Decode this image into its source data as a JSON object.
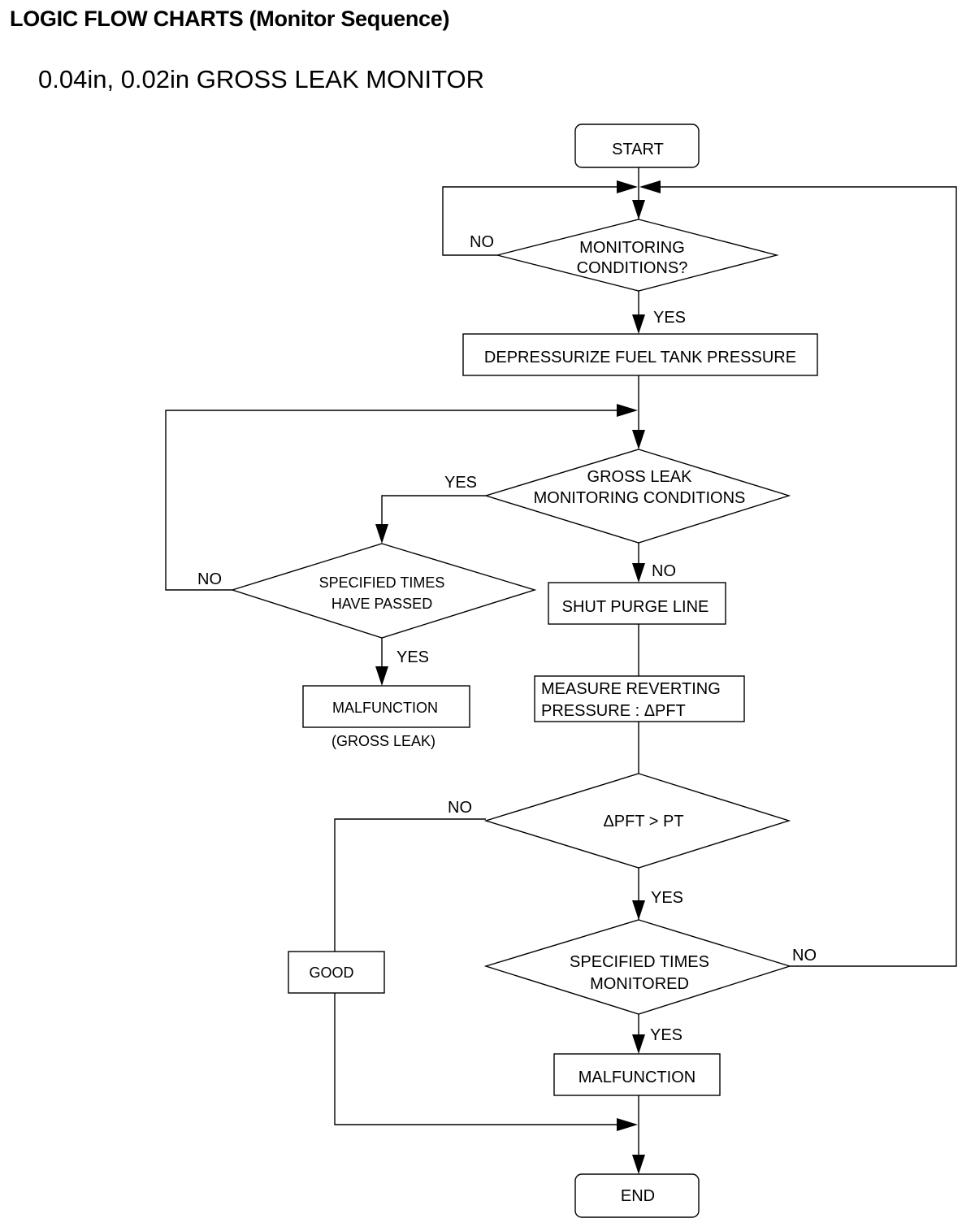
{
  "header": {
    "title": "LOGIC FLOW CHARTS (Monitor Sequence)",
    "subtitle": "0.04in, 0.02in GROSS LEAK MONITOR"
  },
  "flowchart": {
    "start": "START",
    "monitoring_conditions": [
      "MONITORING",
      "CONDITIONS?"
    ],
    "depressurize": "DEPRESSURIZE FUEL TANK PRESSURE",
    "gross_leak_conditions": [
      "GROSS LEAK",
      "MONITORING CONDITIONS"
    ],
    "specified_times_passed": [
      "SPECIFIED TIMES",
      "HAVE PASSED"
    ],
    "malfunction_gross": "MALFUNCTION",
    "gross_leak_note": "(GROSS LEAK)",
    "shut_purge": "SHUT PURGE LINE",
    "measure_reverting": [
      "MEASURE REVERTING",
      "PRESSURE : ΔPFT"
    ],
    "pft_compare": "ΔPFT > PT",
    "good": "GOOD",
    "specified_times_monitored": [
      "SPECIFIED TIMES",
      "MONITORED"
    ],
    "malfunction": "MALFUNCTION",
    "end": "END",
    "labels": {
      "no_monitoring": "NO",
      "yes_monitoring": "YES",
      "yes_gross": "YES",
      "no_gross": "NO",
      "no_specified_passed": "NO",
      "yes_specified_passed": "YES",
      "no_pft": "NO",
      "yes_pft": "YES",
      "no_specified_monitored": "NO",
      "yes_specified_monitored": "YES"
    }
  }
}
